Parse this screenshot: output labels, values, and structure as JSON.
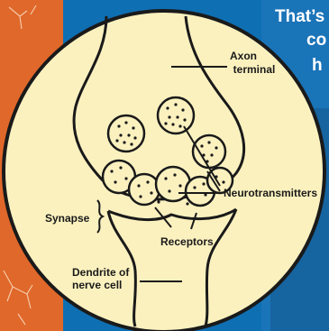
{
  "background_text": [
    "That’s",
    "co",
    "h"
  ],
  "labels": {
    "axon_terminal_line1": "Axon",
    "axon_terminal_line2": "terminal",
    "neurotransmitters": "Neurotransmitters",
    "synapse": "Synapse",
    "receptors": "Receptors",
    "dendrite_line1": "Dendrite of",
    "dendrite_line2": "nerve cell"
  },
  "colors": {
    "left_panel": "#e0682a",
    "right_panel": "#1a74b8",
    "circle_fill": "#fbf1bf",
    "outline": "#1a1a1a",
    "white_text": "#ffffff"
  }
}
